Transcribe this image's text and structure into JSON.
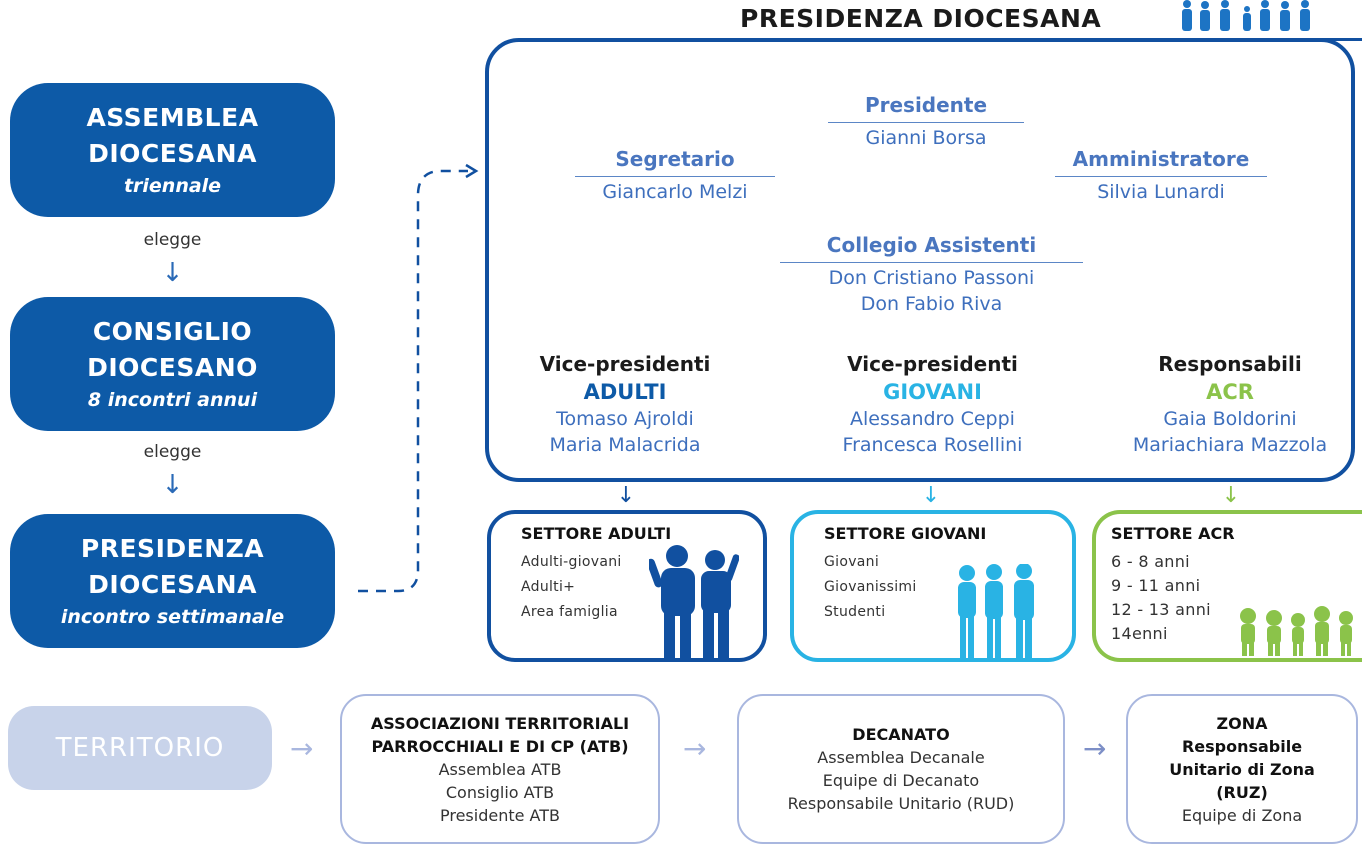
{
  "left": {
    "assemblea": {
      "title1": "ASSEMBLEA",
      "title2": "DIOCESANA",
      "sub": "triennale"
    },
    "elegge1": "elegge",
    "consiglio": {
      "title1": "CONSIGLIO",
      "title2": "DIOCESANO",
      "sub": "8 incontri annui"
    },
    "elegge2": "elegge",
    "presidenza": {
      "title1": "PRESIDENZA",
      "title2": "DIOCESANA",
      "sub": "incontro settimanale"
    }
  },
  "presidenza": {
    "title": "PRESIDENZA DIOCESANA",
    "presidente": {
      "label": "Presidente",
      "name": "Gianni Borsa"
    },
    "segretario": {
      "label": "Segretario",
      "name": "Giancarlo Melzi"
    },
    "amministratore": {
      "label": "Amministratore",
      "name": "Silvia Lunardi"
    },
    "assistenti": {
      "label": "Collegio Assistenti",
      "name1": "Don Cristiano Passoni",
      "name2": "Don Fabio Riva"
    },
    "vp_adulti": {
      "label": "Vice-presidenti",
      "category": "ADULTI",
      "name1": "Tomaso Ajroldi",
      "name2": "Maria Malacrida"
    },
    "vp_giovani": {
      "label": "Vice-presidenti",
      "category": "GIOVANI",
      "name1": "Alessandro Ceppi",
      "name2": "Francesca Rosellini"
    },
    "resp_acr": {
      "label": "Responsabili",
      "category": "ACR",
      "name1": "Gaia Boldorini",
      "name2": "Mariachiara Mazzola"
    }
  },
  "settori": {
    "adulti": {
      "title": "SETTORE ADULTI",
      "items": [
        "Adulti-giovani",
        "Adulti+",
        "Area famiglia"
      ]
    },
    "giovani": {
      "title": "SETTORE GIOVANI",
      "items": [
        "Giovani",
        "Giovanissimi",
        "Studenti"
      ]
    },
    "acr": {
      "title": "SETTORE ACR",
      "items": [
        "6 - 8 anni",
        "9 - 11 anni",
        "12 - 13 anni",
        "14enni"
      ]
    }
  },
  "territorio": {
    "label": "TERRITORIO",
    "atb": {
      "title1": "ASSOCIAZIONI TERRITORIALI",
      "title2": "PARROCCHIALI E DI CP (ATB)",
      "items": [
        "Assemblea ATB",
        "Consiglio ATB",
        "Presidente ATB"
      ]
    },
    "decanato": {
      "title": "DECANATO",
      "items": [
        "Assemblea Decanale",
        "Equipe di Decanato",
        "Responsabile Unitario (RUD)"
      ]
    },
    "zona": {
      "title1": "ZONA",
      "title2": "Responsabile",
      "title3": "Unitario di Zona",
      "title4": "(RUZ)",
      "items": [
        "Equipe di Zona"
      ]
    }
  },
  "colors": {
    "dark_blue": "#0d5aa7",
    "frame_blue": "#1150a0",
    "giovani": "#29b3e4",
    "acr": "#8bc34a",
    "light": "#c8d3ea"
  }
}
